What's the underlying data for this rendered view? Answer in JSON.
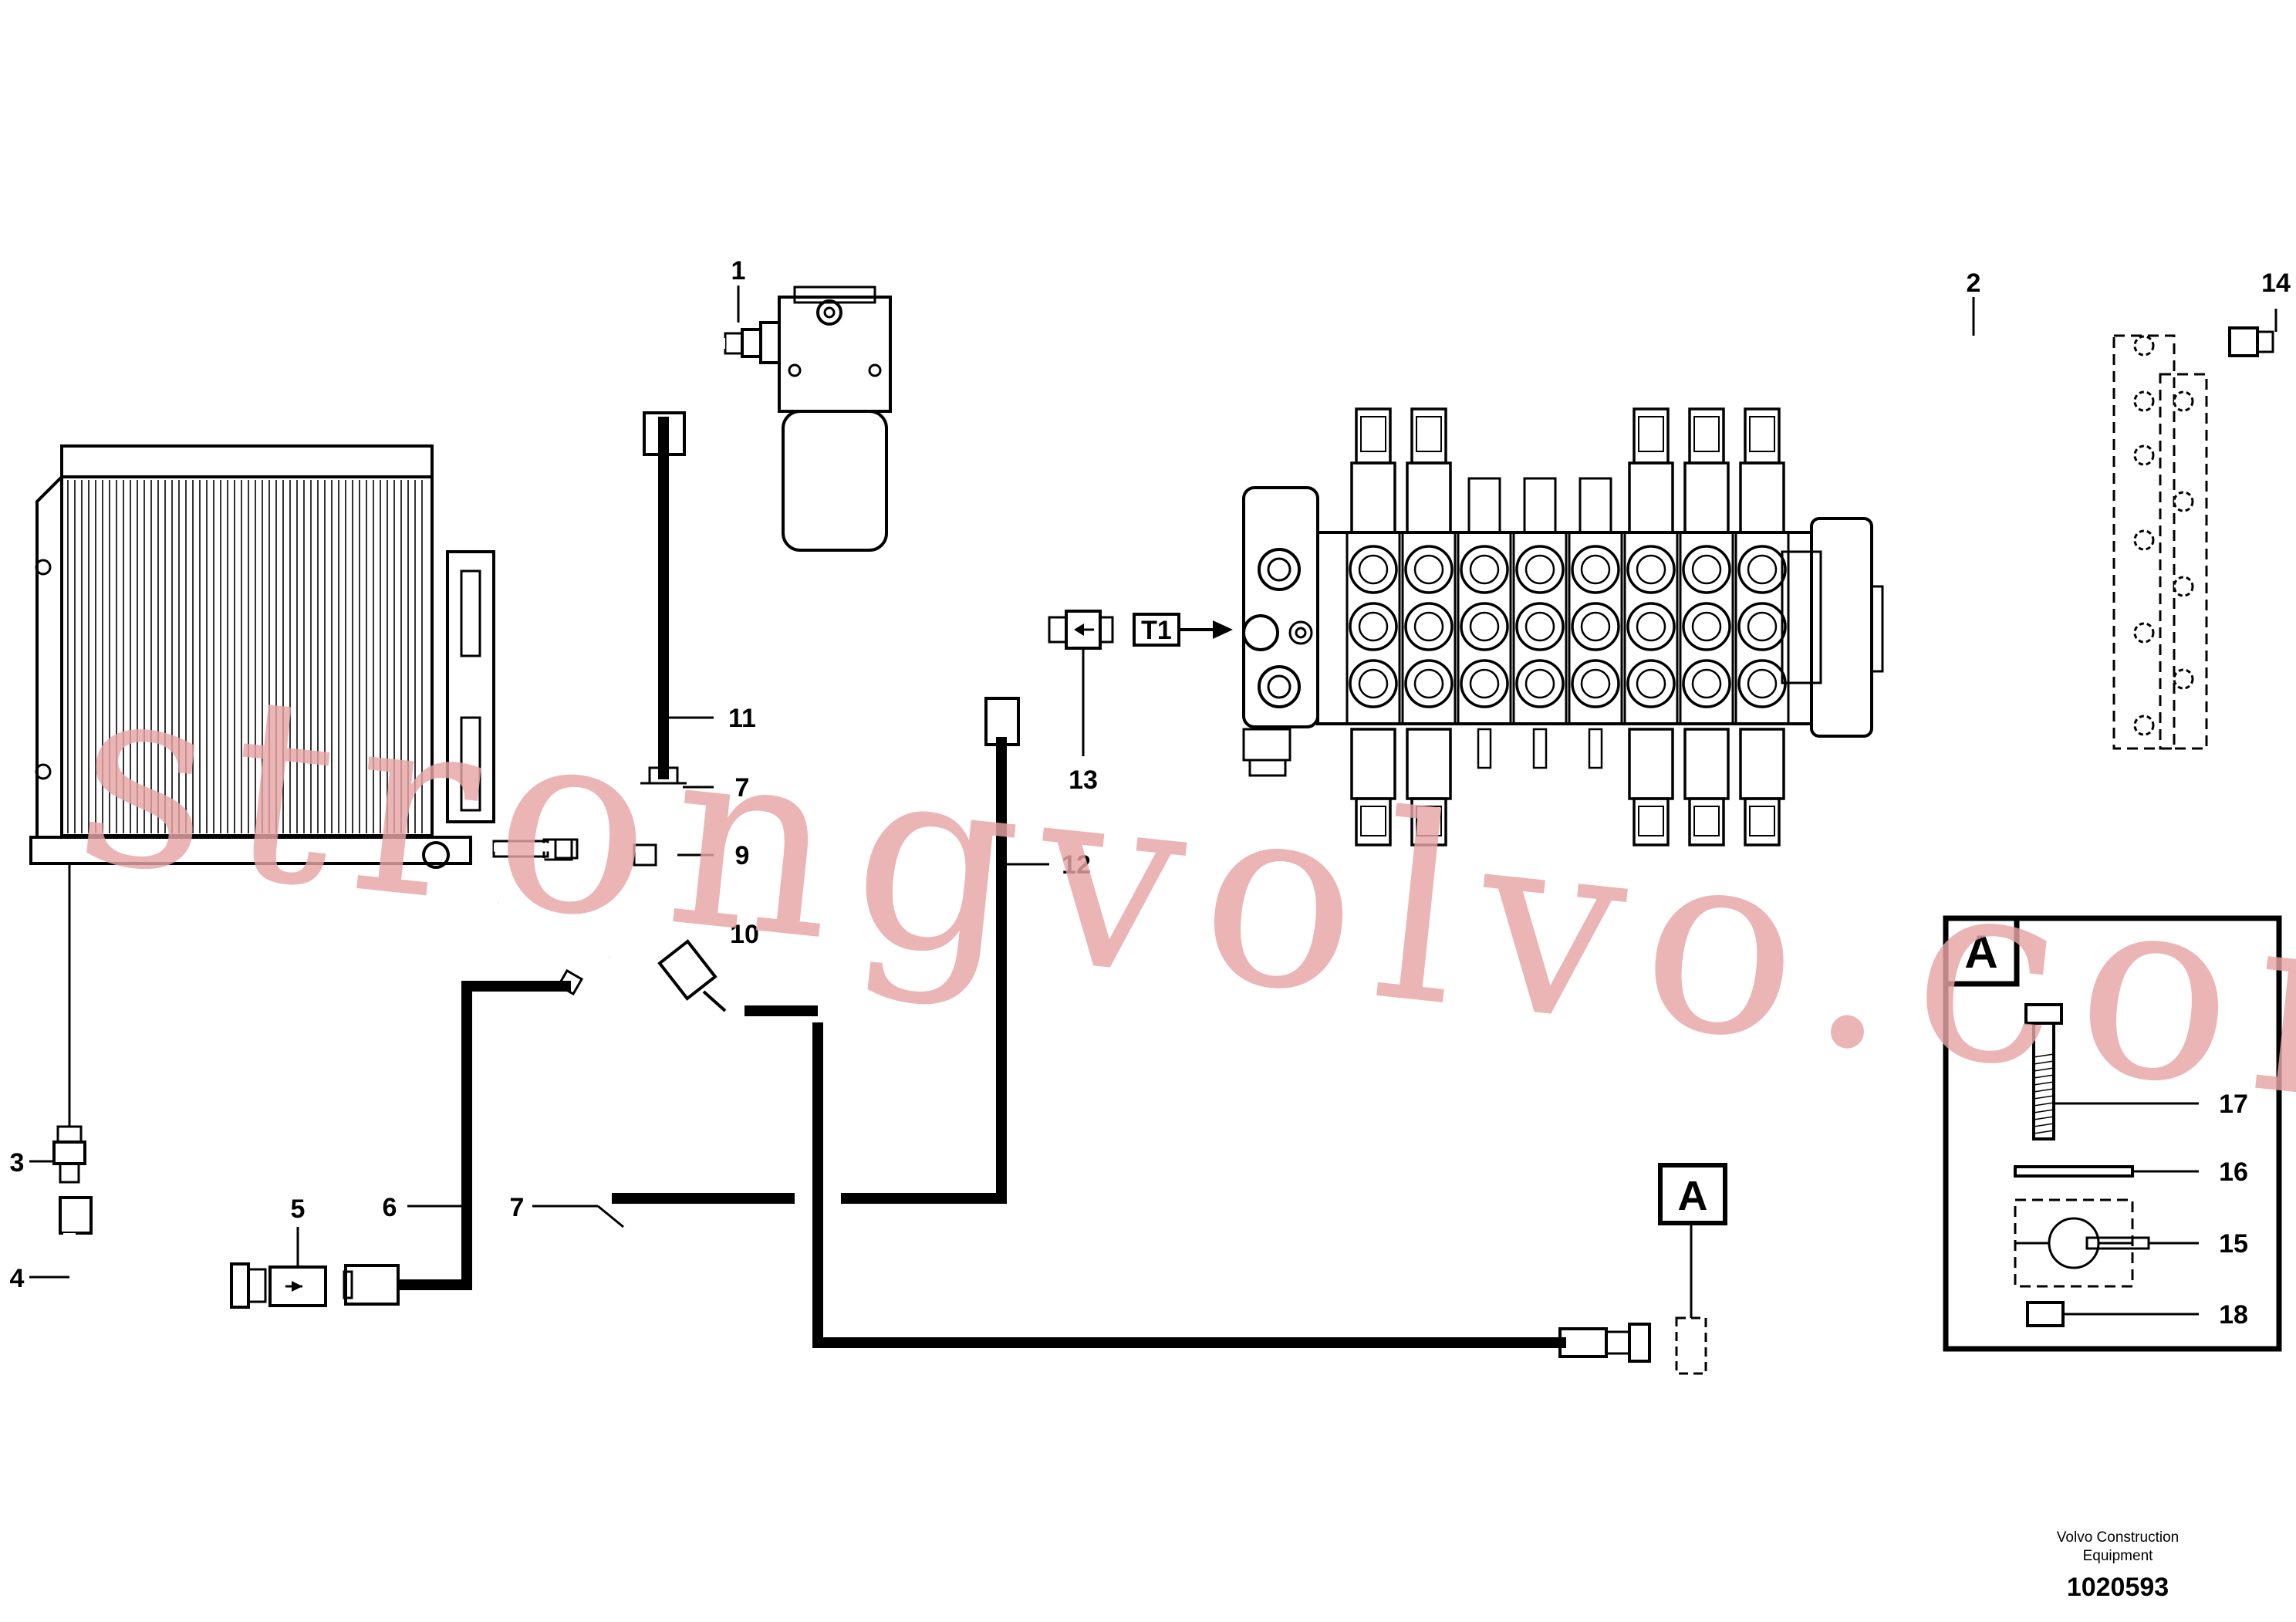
{
  "callouts": {
    "c1": "1",
    "c2": "2",
    "c3": "3",
    "c4": "4",
    "c5": "5",
    "c6": "6",
    "c7a": "7",
    "c7b": "7",
    "c9": "9",
    "c10": "10",
    "c11": "11",
    "c12": "12",
    "c13": "13",
    "c14": "14",
    "c15": "15",
    "c16": "16",
    "c17": "17",
    "c18": "18"
  },
  "port_label": "T1",
  "detail_label": "A",
  "detail_ref_label": "A",
  "watermark": "strongvolvo.com",
  "footer": {
    "company_line1": "Volvo Construction",
    "company_line2": "Equipment",
    "drawing_number": "1020593"
  }
}
